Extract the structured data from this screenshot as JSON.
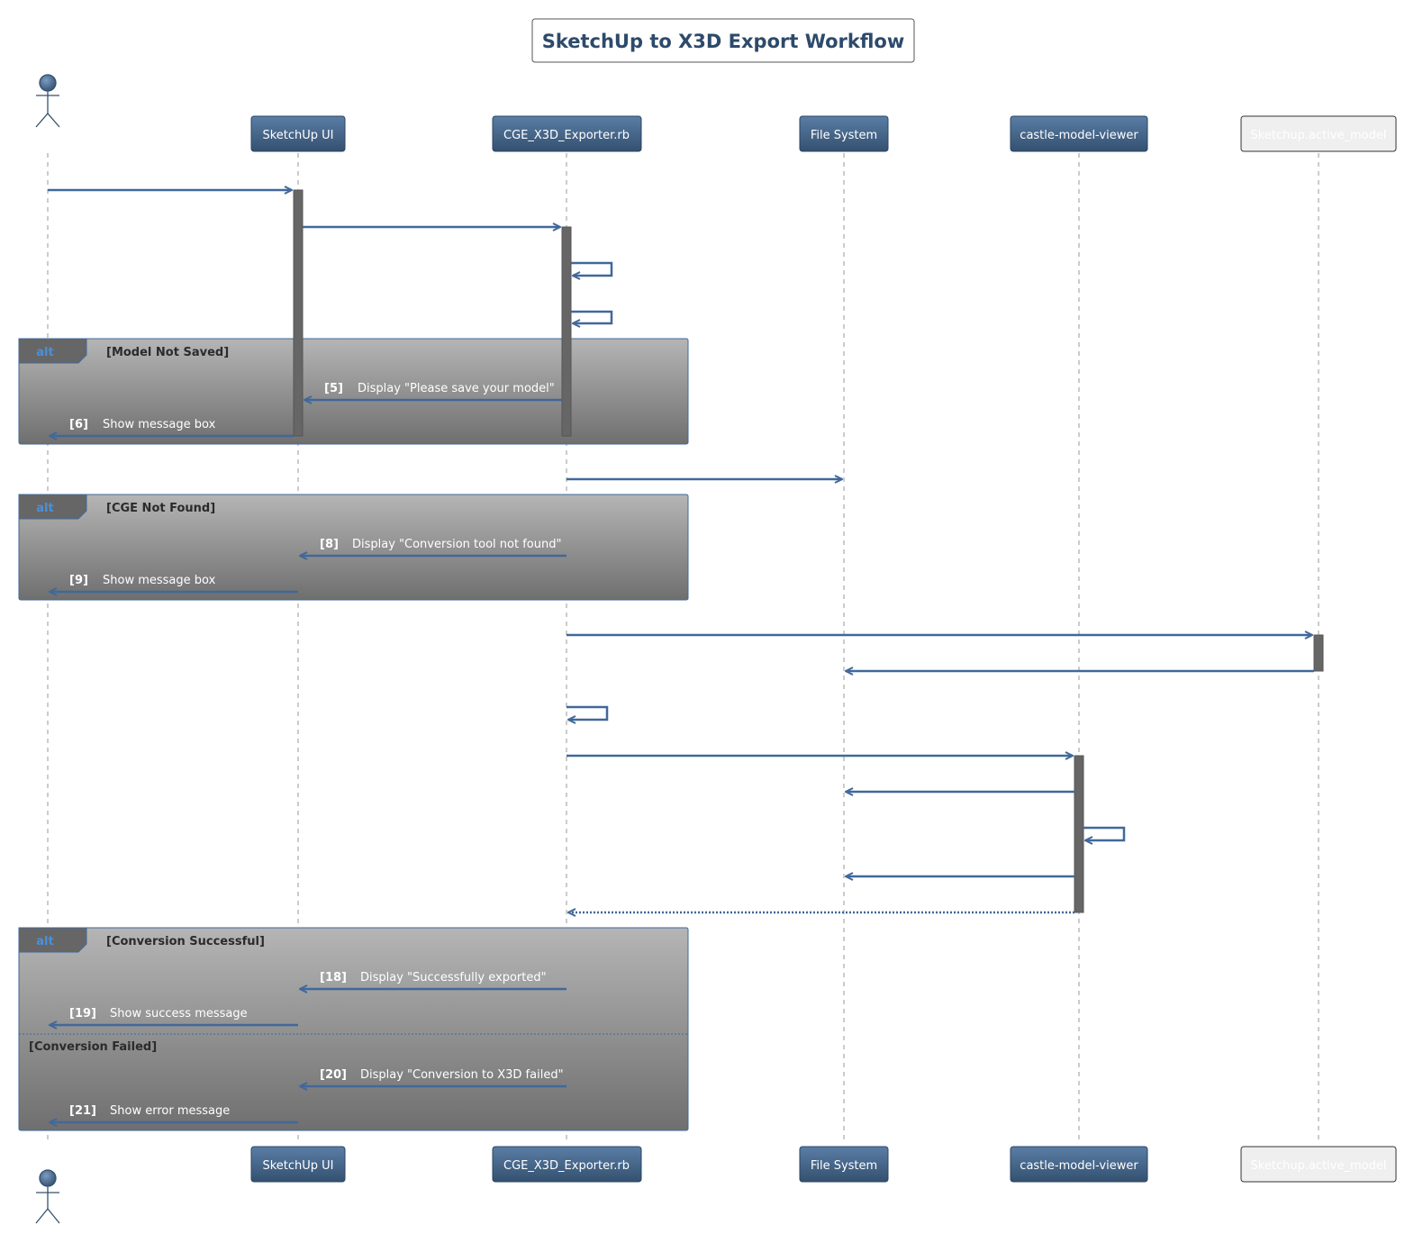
{
  "title": "SketchUp to X3D Export Workflow",
  "colors": {
    "arrow": "#41689a",
    "participant_top": "#5b7ea6",
    "participant_bottom": "#34506f",
    "activation": "#666666",
    "fragment_top": "#b5b5b5",
    "fragment_bottom": "#6f6f6f",
    "title_text": "#2d4a6b"
  },
  "participants": [
    {
      "id": "user",
      "kind": "actor",
      "label": ""
    },
    {
      "id": "ui",
      "kind": "box",
      "label": "SketchUp UI"
    },
    {
      "id": "exporter",
      "kind": "box",
      "label": "CGE_X3D_Exporter.rb"
    },
    {
      "id": "fs",
      "kind": "box",
      "label": "File System"
    },
    {
      "id": "viewer",
      "kind": "box",
      "label": "castle-model-viewer"
    },
    {
      "id": "model",
      "kind": "box-light",
      "label": "Sketchup.active_model"
    }
  ],
  "messages": [
    {
      "from": "user",
      "to": "ui",
      "number": "",
      "text": ""
    },
    {
      "from": "ui",
      "to": "exporter",
      "number": "",
      "text": ""
    },
    {
      "from": "exporter",
      "to": "exporter",
      "number": "",
      "text": ""
    },
    {
      "from": "exporter",
      "to": "exporter",
      "number": "",
      "text": ""
    },
    {
      "from": "exporter",
      "to": "ui",
      "number": "[5]",
      "text": "Display \"Please save your model\""
    },
    {
      "from": "ui",
      "to": "user",
      "number": "[6]",
      "text": "Show message box"
    },
    {
      "from": "exporter",
      "to": "fs",
      "number": "",
      "text": ""
    },
    {
      "from": "exporter",
      "to": "ui",
      "number": "[8]",
      "text": "Display \"Conversion tool not found\""
    },
    {
      "from": "ui",
      "to": "user",
      "number": "[9]",
      "text": "Show message box"
    },
    {
      "from": "exporter",
      "to": "model",
      "number": "",
      "text": ""
    },
    {
      "from": "model",
      "to": "fs",
      "number": "",
      "text": ""
    },
    {
      "from": "exporter",
      "to": "exporter",
      "number": "",
      "text": ""
    },
    {
      "from": "exporter",
      "to": "viewer",
      "number": "",
      "text": ""
    },
    {
      "from": "viewer",
      "to": "fs",
      "number": "",
      "text": ""
    },
    {
      "from": "viewer",
      "to": "viewer",
      "number": "",
      "text": ""
    },
    {
      "from": "viewer",
      "to": "fs",
      "number": "",
      "text": ""
    },
    {
      "from": "viewer",
      "to": "exporter",
      "number": "",
      "text": "",
      "style": "return"
    },
    {
      "from": "exporter",
      "to": "ui",
      "number": "[18]",
      "text": "Display \"Successfully exported\""
    },
    {
      "from": "ui",
      "to": "user",
      "number": "[19]",
      "text": "Show success message"
    },
    {
      "from": "exporter",
      "to": "ui",
      "number": "[20]",
      "text": "Display \"Conversion to X3D failed\""
    },
    {
      "from": "ui",
      "to": "user",
      "number": "[21]",
      "text": "Show error message"
    }
  ],
  "fragments": [
    {
      "keyword": "alt",
      "condition": "[Model Not Saved]",
      "else_condition": ""
    },
    {
      "keyword": "alt",
      "condition": "[CGE Not Found]",
      "else_condition": ""
    },
    {
      "keyword": "alt",
      "condition": "[Conversion Successful]",
      "else_condition": "[Conversion Failed]"
    }
  ]
}
